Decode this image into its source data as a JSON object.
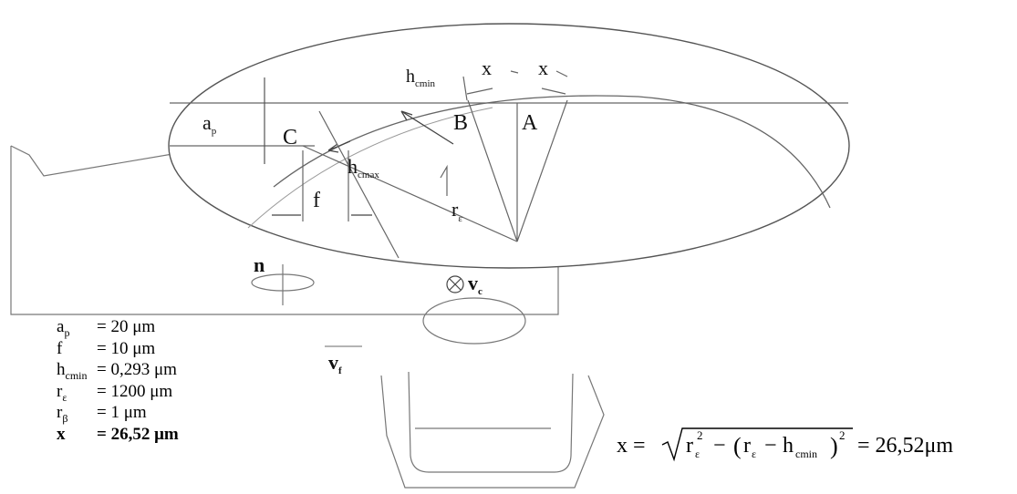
{
  "diagram": {
    "labels": {
      "h_cmin": "h",
      "h_cmin_sub": "cmin",
      "x_left": "x",
      "x_right": "x",
      "a_p": "a",
      "a_p_sub": "p",
      "C": "C",
      "B": "B",
      "A": "A",
      "h_cmax": "h",
      "h_cmax_sub": "cmax",
      "f": "f",
      "r_eps": "r",
      "r_eps_sub": "ε",
      "n": "n",
      "v_c": "v",
      "v_c_sub": "c",
      "v_f": "v",
      "v_f_sub": "f"
    }
  },
  "parameters": [
    {
      "name": "a",
      "sub": "p",
      "value": "= 20 μm",
      "bold": false
    },
    {
      "name": "f",
      "sub": "",
      "value": "= 10 μm",
      "bold": false
    },
    {
      "name": "h",
      "sub": "cmin",
      "value": "= 0,293 μm",
      "bold": false
    },
    {
      "name": "r",
      "sub": "ε",
      "value": "= 1200 μm",
      "bold": false
    },
    {
      "name": "r",
      "sub": "β",
      "value": "= 1 μm",
      "bold": false
    },
    {
      "name": "x",
      "sub": "",
      "value": "= 26,52 μm",
      "bold": true
    }
  ],
  "formula": {
    "lhs": "x =",
    "r": "r",
    "eps": "ε",
    "sq": "2",
    "minus": "−",
    "paren_open": "(",
    "r2": "r",
    "eps2": "ε",
    "minus2": "−",
    "h": "h",
    "h_sub": "cmin",
    "paren_close": ")",
    "sq2": "2",
    "result": "= 26,52μm"
  }
}
